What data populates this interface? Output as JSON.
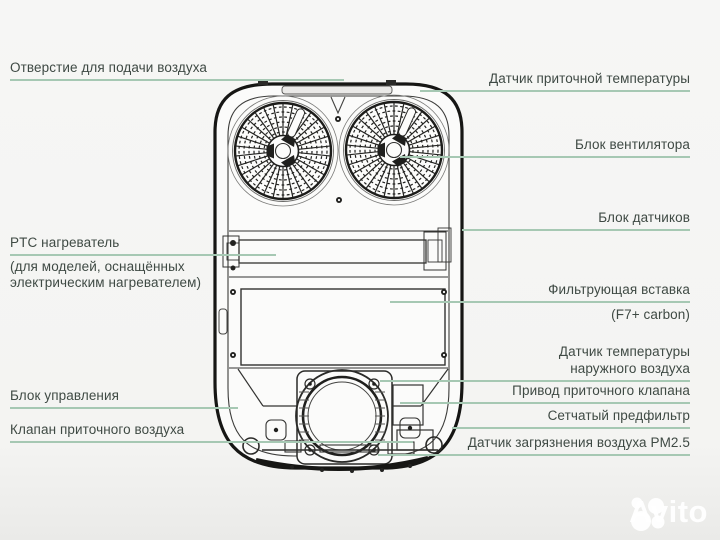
{
  "page": {
    "background": "#f4f4f2",
    "type": "technical-diagram",
    "language": "ru"
  },
  "colors": {
    "leader_line": "#a6c8b3",
    "label_text": "#3f4a44",
    "drawing_stroke": "#1c1c1a",
    "watermark": "#ffffff"
  },
  "diagram": {
    "subject": "supply air ventilation unit internal components",
    "left_labels": [
      {
        "text": "Отверстие для подачи воздуха"
      },
      {
        "text": "PTC нагреватель",
        "note_line1": "(для моделей, оснащённых",
        "note_line2": "электрическим нагревателем)"
      },
      {
        "text": "Блок управления"
      },
      {
        "text": "Клапан приточного воздуха"
      }
    ],
    "right_labels": [
      {
        "text": "Датчик приточной температуры"
      },
      {
        "text": "Блок вентилятора"
      },
      {
        "text": "Блок датчиков"
      },
      {
        "text": "Фильтрующая вставка",
        "note": "(F7+ carbon)"
      },
      {
        "line1": "Датчик температуры",
        "line2": "наружного воздуха"
      },
      {
        "text": "Привод приточного клапана"
      },
      {
        "text": "Сетчатый предфильтр"
      },
      {
        "text": "Датчик загрязнения воздуха PM2.5"
      }
    ]
  },
  "watermark": {
    "brand": "Avito"
  }
}
